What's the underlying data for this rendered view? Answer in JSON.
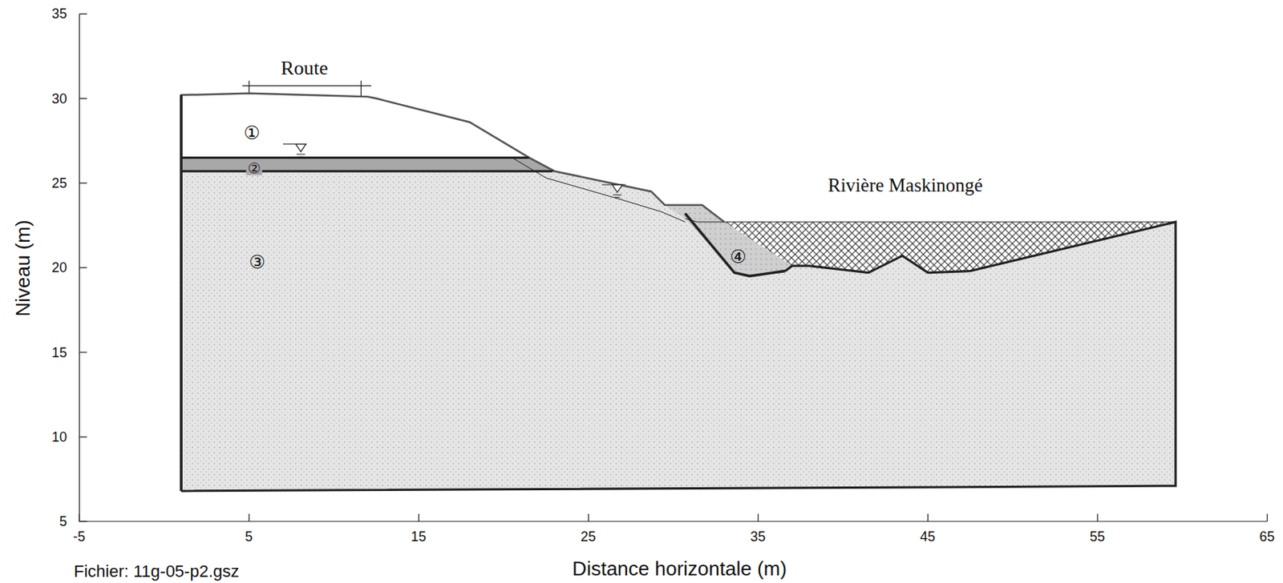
{
  "diagram": {
    "labels": [
      "Route",
      "①",
      "②",
      "③",
      "④",
      "Rivière Maskinongé",
      "35",
      "30",
      "25",
      "20",
      "15",
      "10",
      "5",
      "-5",
      "5",
      "15",
      "25",
      "35",
      "45",
      "55",
      "65",
      "Niveau (m)",
      "Distance horizontale (m)",
      "Fichier: 11g-05-p2.gsz"
    ]
  }
}
